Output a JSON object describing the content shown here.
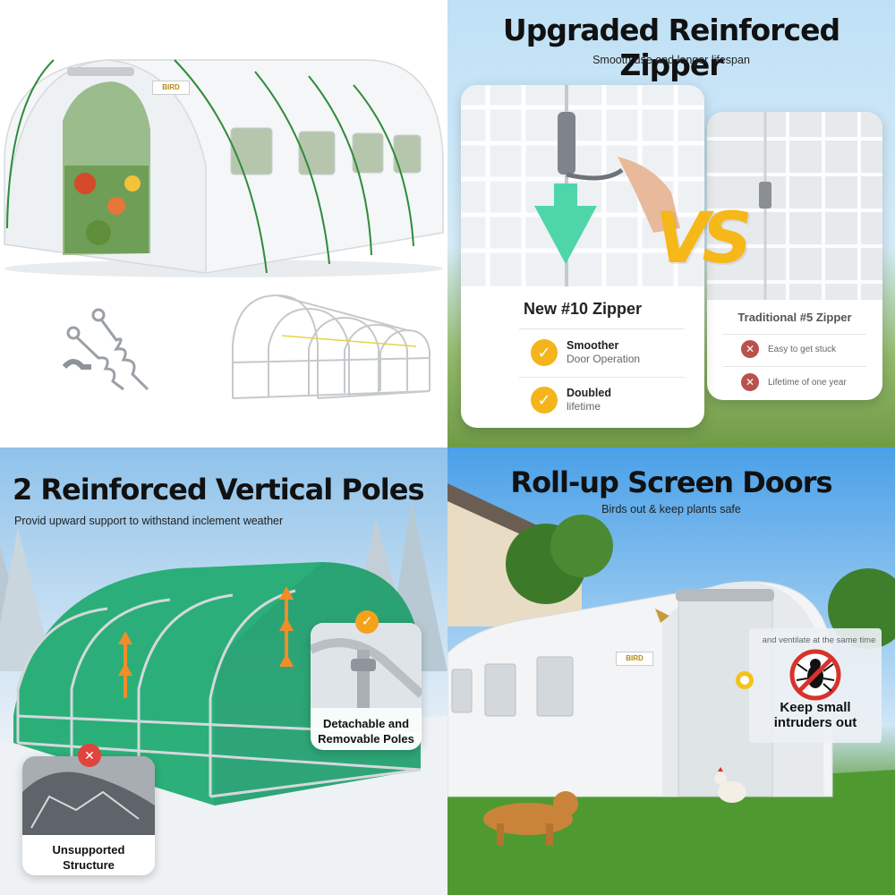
{
  "panel1": {
    "brand": "BIRD"
  },
  "panel2": {
    "headline": "Upgraded Reinforced Zipper",
    "subline": "Smooth use and longer lifespan",
    "vs": "VS",
    "new_card": {
      "title": "New #10 Zipper",
      "features": [
        {
          "bold": "Smoother",
          "text": "Door Operation"
        },
        {
          "bold": "Doubled",
          "text": "lifetime"
        }
      ]
    },
    "old_card": {
      "title": "Traditional #5 Zipper",
      "features": [
        "Easy to get stuck",
        "Lifetime of one year"
      ]
    },
    "check_color": "#f4b51c",
    "x_color": "#b9524d"
  },
  "panel3": {
    "headline": "2 Reinforced Vertical Poles",
    "subline": "Provid upward support to withstand inclement weather",
    "callout_good": {
      "line1": "Detachable and",
      "line2": "Removable Poles"
    },
    "callout_bad": {
      "line1": "Unsupported",
      "line2": "Structure"
    }
  },
  "panel4": {
    "headline": "Roll-up Screen Doors",
    "subline": "Birds out & keep plants safe",
    "ventilate": "and ventilate at the same time",
    "keep_line1": "Keep small",
    "keep_line2": "intruders out",
    "brand": "BIRD"
  }
}
